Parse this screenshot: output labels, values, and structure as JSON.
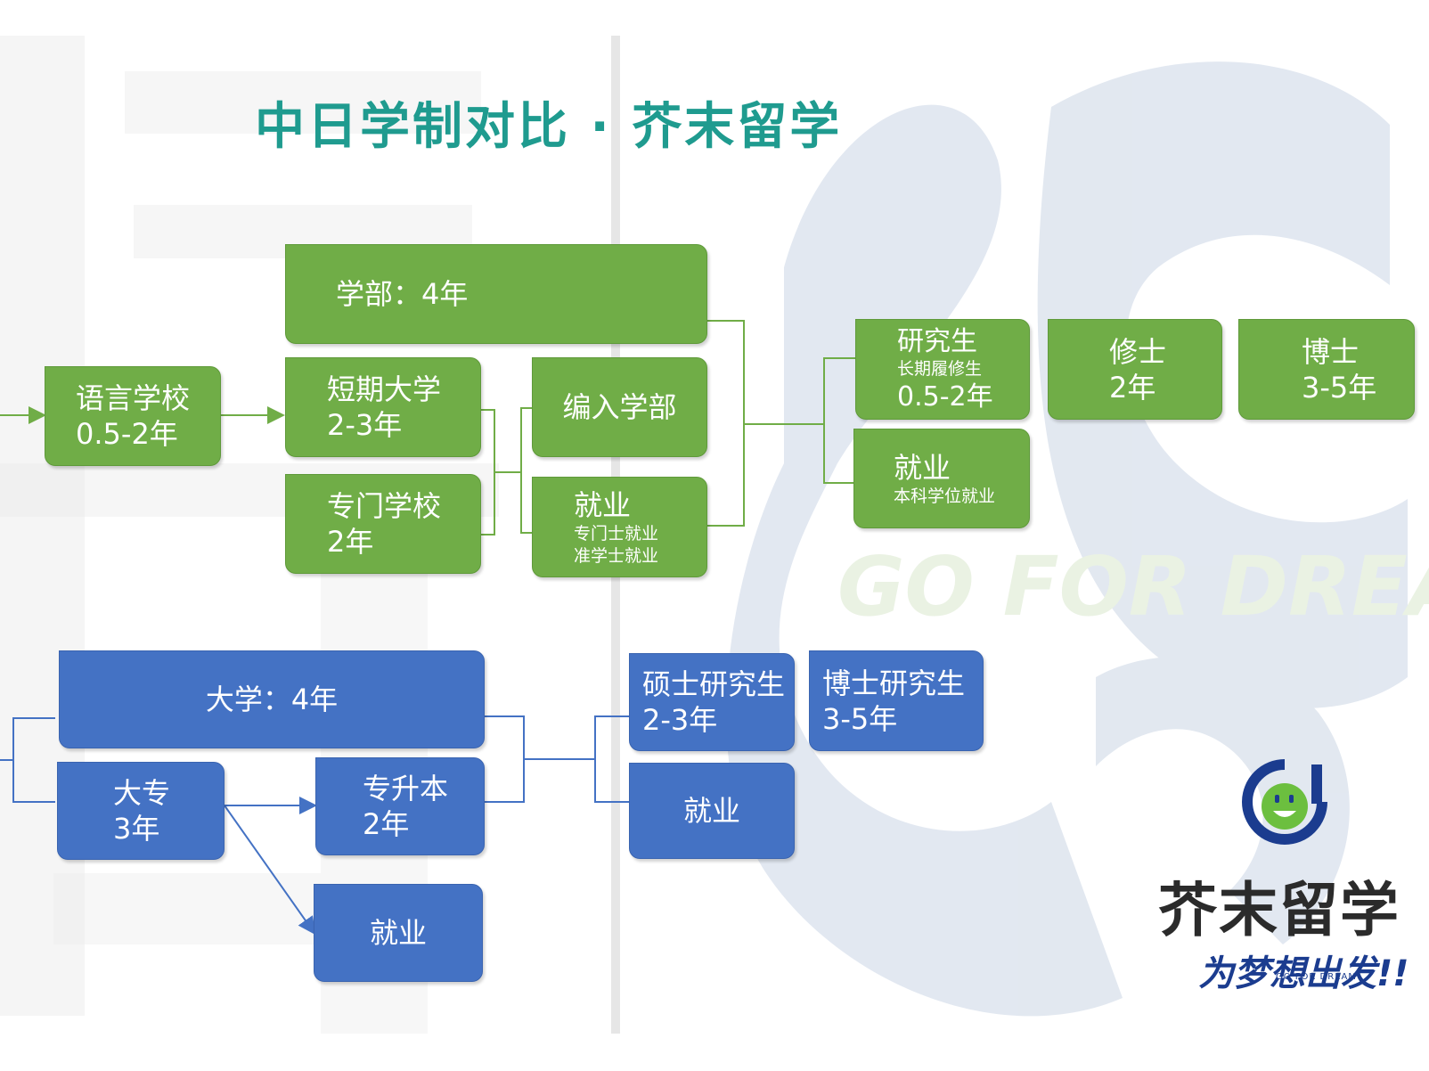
{
  "title": "中日学制对比 · 芥末留学",
  "watermark": "GO FOR DREAM",
  "colors": {
    "green": "#70ad47",
    "blue": "#4472c4",
    "title": "#1f9b8f"
  },
  "japan": {
    "language_school": {
      "line1": "语言学校",
      "line2": "0.5-2年"
    },
    "gakubu": {
      "label": "学部：4年"
    },
    "tanki": {
      "line1": "短期大学",
      "line2": "2-3年"
    },
    "senmon": {
      "line1": "专门学校",
      "line2": "2年"
    },
    "transfer": {
      "label": "编入学部"
    },
    "job_diploma": {
      "title": "就业",
      "sub1": "专门士就业",
      "sub2": "准学士就业"
    },
    "research": {
      "title": "研究生",
      "sub": "长期履修生",
      "years": "0.5-2年"
    },
    "job_bachelor": {
      "title": "就业",
      "sub": "本科学位就业"
    },
    "master": {
      "line1": "修士",
      "line2": "2年"
    },
    "doctor": {
      "line1": "博士",
      "line2": "3-5年"
    }
  },
  "china": {
    "university": {
      "label": "大学：4年"
    },
    "dazhuan": {
      "line1": "大专",
      "line2": "3年"
    },
    "upgrade": {
      "line1": "专升本",
      "line2": "2年"
    },
    "job_dazhuan": {
      "label": "就业"
    },
    "master": {
      "line1": "硕士研究生",
      "line2": "2-3年"
    },
    "doctor": {
      "line1": "博士研究生",
      "line2": "3-5年"
    },
    "job": {
      "label": "就业"
    }
  },
  "logo": {
    "brand": "芥末留学",
    "slogan": "为梦想出发!!",
    "slogan_en": "GO FOR DREAM",
    "icon": "smiley-face-icon"
  }
}
